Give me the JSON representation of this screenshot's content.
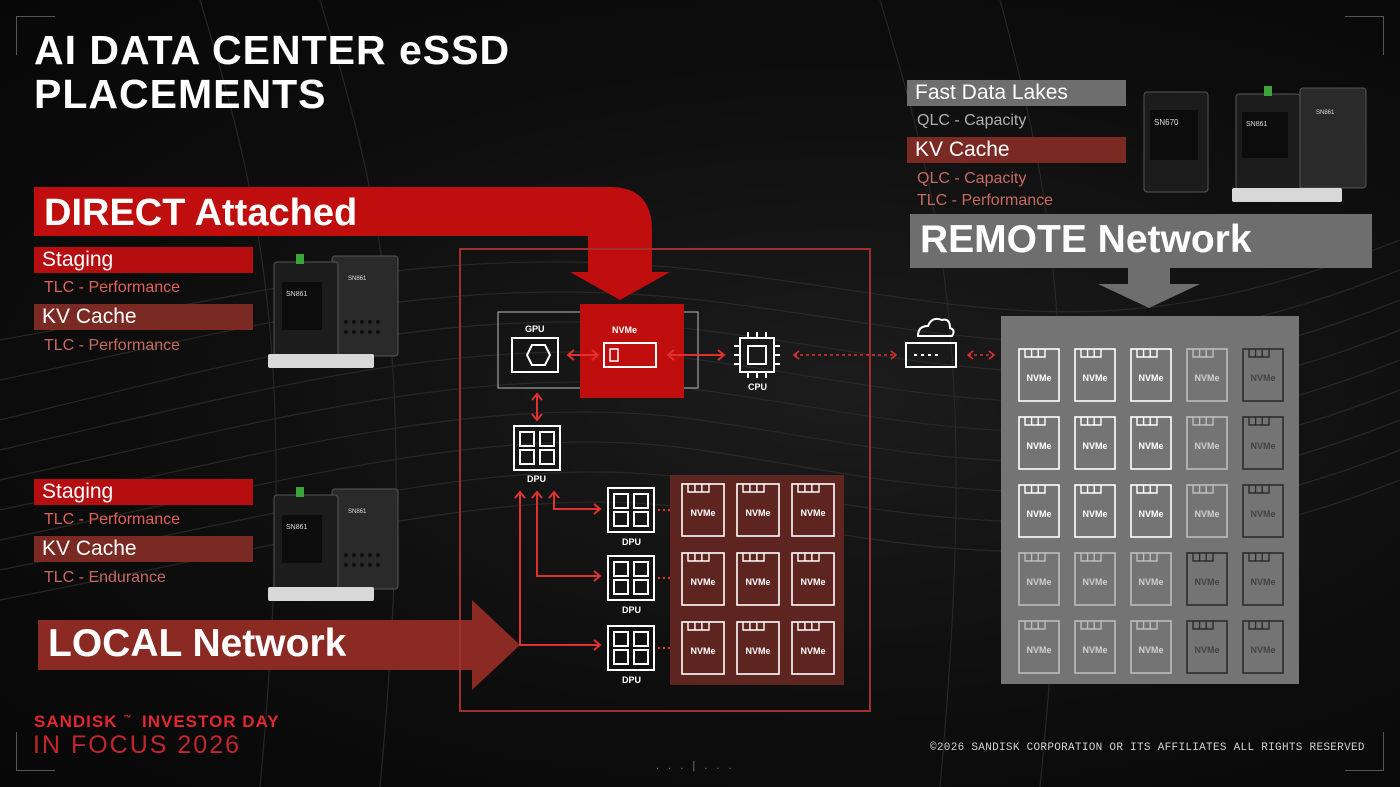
{
  "title": {
    "line1": "AI DATA CENTER eSSD",
    "line2": "PLACEMENTS"
  },
  "direct": {
    "banner": "DIRECT Attached",
    "items": [
      {
        "label": "Staging",
        "sub": "TLC - Performance"
      },
      {
        "label": "KV Cache",
        "sub": "TLC - Performance"
      }
    ]
  },
  "local": {
    "banner": "LOCAL Network",
    "items": [
      {
        "label": "Staging",
        "sub": "TLC - Performance"
      },
      {
        "label": "KV Cache",
        "sub": "TLC - Endurance"
      }
    ]
  },
  "remote": {
    "banner": "REMOTE Network",
    "items": [
      {
        "label": "Fast Data Lakes",
        "subs": [
          "QLC - Capacity"
        ]
      },
      {
        "label": "KV Cache",
        "subs": [
          "QLC - Capacity",
          "TLC - Performance"
        ]
      }
    ]
  },
  "products": {
    "a": "SN861",
    "b": "SN670"
  },
  "diagram": {
    "gpu": "GPU",
    "nvme": "NVMe",
    "cpu": "CPU",
    "dpu": "DPU"
  },
  "footer": {
    "brand": "SANDISK",
    "event": "INVESTOR DAY",
    "tagline": "IN FOCUS 2026",
    "copyright": "©2026 SANDISK CORPORATION OR ITS AFFILIATES ALL RIGHTS RESERVED"
  },
  "colors": {
    "red": "#c00d0d",
    "dark_red": "#8a2a22",
    "maroon": "#6b2620",
    "remote_gray": "#6e6e6e",
    "panel_gray": "#747474"
  }
}
